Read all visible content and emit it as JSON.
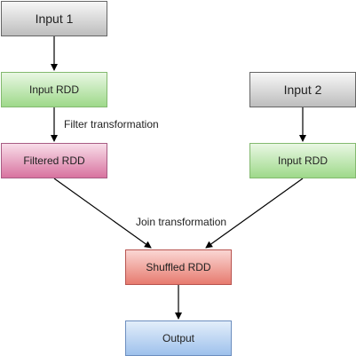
{
  "nodes": {
    "input1": "Input 1",
    "input_rdd_left": "Input RDD",
    "filtered_rdd": "Filtered RDD",
    "input2": "Input 2",
    "input_rdd_right": "Input RDD",
    "shuffled_rdd": "Shuffled RDD",
    "output": "Output"
  },
  "edge_labels": {
    "filter": "Filter transformation",
    "join": "Join transformation"
  },
  "colors": {
    "grey_fill": "#bdbdbd",
    "green_fill": "#9ed98a",
    "pink_fill": "#d8739f",
    "red_fill": "#e77b6f",
    "blue_fill": "#9ec1ec",
    "arrow": "#000000"
  }
}
